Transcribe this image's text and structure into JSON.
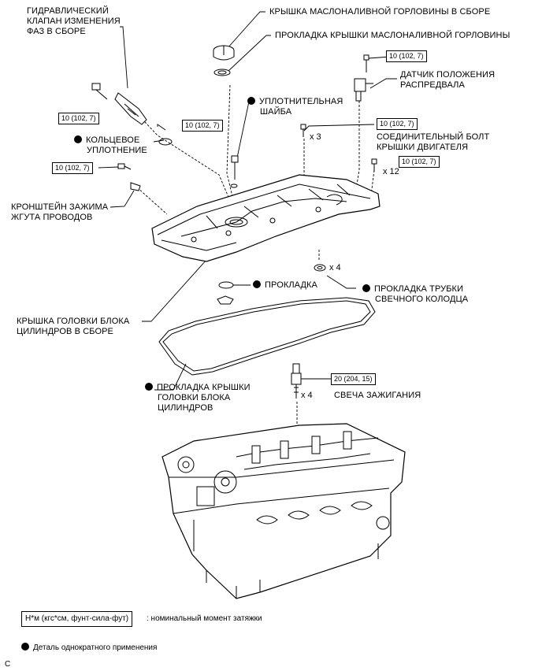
{
  "labels": {
    "vvt_valve": [
      "ГИДРАВЛИЧЕСКИЙ",
      "КЛАПАН ИЗМЕНЕНИЯ",
      "ФАЗ В СБОРЕ"
    ],
    "oil_filler_cap": [
      "КРЫШКА МАСЛОНАЛИВНОЙ ГОРЛОВИНЫ В СБОРЕ"
    ],
    "oil_filler_gasket": [
      "ПРОКЛАДКА КРЫШКИ МАСЛОНАЛИВНОЙ ГОРЛОВИНЫ"
    ],
    "camshaft_sensor": [
      "ДАТЧИК ПОЛОЖЕНИЯ",
      "РАСПРЕДВАЛА"
    ],
    "seal_washer": [
      "УПЛОТНИТЕЛЬНАЯ",
      "ШАЙБА"
    ],
    "o_ring": [
      "КОЛЬЦЕВОЕ",
      "УПЛОТНЕНИЕ"
    ],
    "union_bolt": [
      "СОЕДИНИТЕЛЬНЫЙ БОЛТ",
      "КРЫШКИ ДВИГАТЕЛЯ"
    ],
    "harness_bracket": [
      "КРОНШТЕЙН ЗАЖИМА",
      "ЖГУТА ПРОВОДОВ"
    ],
    "gasket": [
      "ПРОКЛАДКА"
    ],
    "plug_tube_gasket": [
      "ПРОКЛАДКА ТРУБКИ",
      "СВЕЧНОГО КОЛОДЦА"
    ],
    "head_cover": [
      "КРЫШКА ГОЛОВКИ БЛОКА",
      "ЦИЛИНДРОВ В СБОРЕ"
    ],
    "head_cover_gasket": [
      "ПРОКЛАДКА КРЫШКИ",
      "ГОЛОВКИ БЛОКА",
      "ЦИЛИНДРОВ"
    ],
    "spark_plug": [
      "СВЕЧА ЗАЖИГАНИЯ"
    ]
  },
  "torques": {
    "t_vvt": "10 (102, 7)",
    "t_bracket": "10 (102, 7)",
    "t_union": "10 (102, 7)",
    "t_sensor": "10 (102, 7)",
    "t_conn_bolt": "10 (102, 7)",
    "t_cover_bolts": "10 (102, 7)",
    "t_plug": "20 (204, 15)"
  },
  "quantities": {
    "q_conn_bolt": "x 3",
    "q_cover_bolts": "x 12",
    "q_plug_tube": "x 4",
    "q_plug": "x 4"
  },
  "legend": {
    "torque_format": "Н*м (кгс*см, фунт-сила-фут)",
    "torque_desc": ": номинальный момент затяжки",
    "non_reusable": "Деталь однократного применения"
  },
  "figure_code": "C",
  "colors": {
    "ink": "#000000",
    "paper": "#ffffff"
  }
}
